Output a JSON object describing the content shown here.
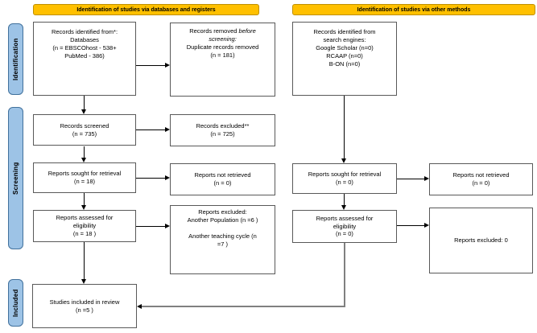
{
  "banners": {
    "databases": "Identification of studies via databases and registers",
    "other": "Identification of studies via other methods"
  },
  "stage_labels": {
    "identification": "Identification",
    "screening": "Screening",
    "included": "Included"
  },
  "nodes": {
    "db_identified": {
      "text": "Records identified from*:\nDatabases\n(n = EBSCOhost - 538+\nPubMed - 386)"
    },
    "records_removed": {
      "prefix": "Records removed ",
      "italic1": "before",
      "italic2": "\nscreening:",
      "rest": "\nDuplicate records removed\n(n = 181)"
    },
    "other_identified": {
      "text": "Records identified from\nsearch engines:\nGoogle Scholar (n=0)\nRCAAP (n=0)\nB-ON (n=0)"
    },
    "records_screened": {
      "text": "Records screened\n(n = 735)"
    },
    "records_excluded": {
      "text": "Records excluded**\n(n = 725)"
    },
    "reports_sought_db": {
      "text": "Reports sought for retrieval\n(n = 18)"
    },
    "reports_not_retrieved_db": {
      "text": "Reports not retrieved\n(n = 0)"
    },
    "reports_sought_other": {
      "text": "Reports sought for retrieval\n(n = 0)"
    },
    "reports_not_retrieved_other": {
      "text": "Reports not retrieved\n(n = 0)"
    },
    "reports_assessed_db": {
      "text": "Reports assessed for\neligibility\n(n = 18 )"
    },
    "reports_excluded_db": {
      "text": "Reports excluded:\nAnother Population (n =6 )\n\nAnother teaching cycle (n\n=7 )"
    },
    "reports_assessed_other": {
      "text": "Reports assessed for\neligibility\n(n = 0)"
    },
    "reports_excluded_other": {
      "text": "Reports excluded: 0"
    },
    "studies_included": {
      "text": "Studies included in review\n(n =5 )"
    }
  },
  "colors": {
    "banner-fill": "#FFC000",
    "banner-border": "#BF9000",
    "stage-fill": "#9DC3E6",
    "stage-border": "#41719C",
    "box-border": "#595959",
    "arrow": "#000000",
    "connector": "#808080"
  }
}
